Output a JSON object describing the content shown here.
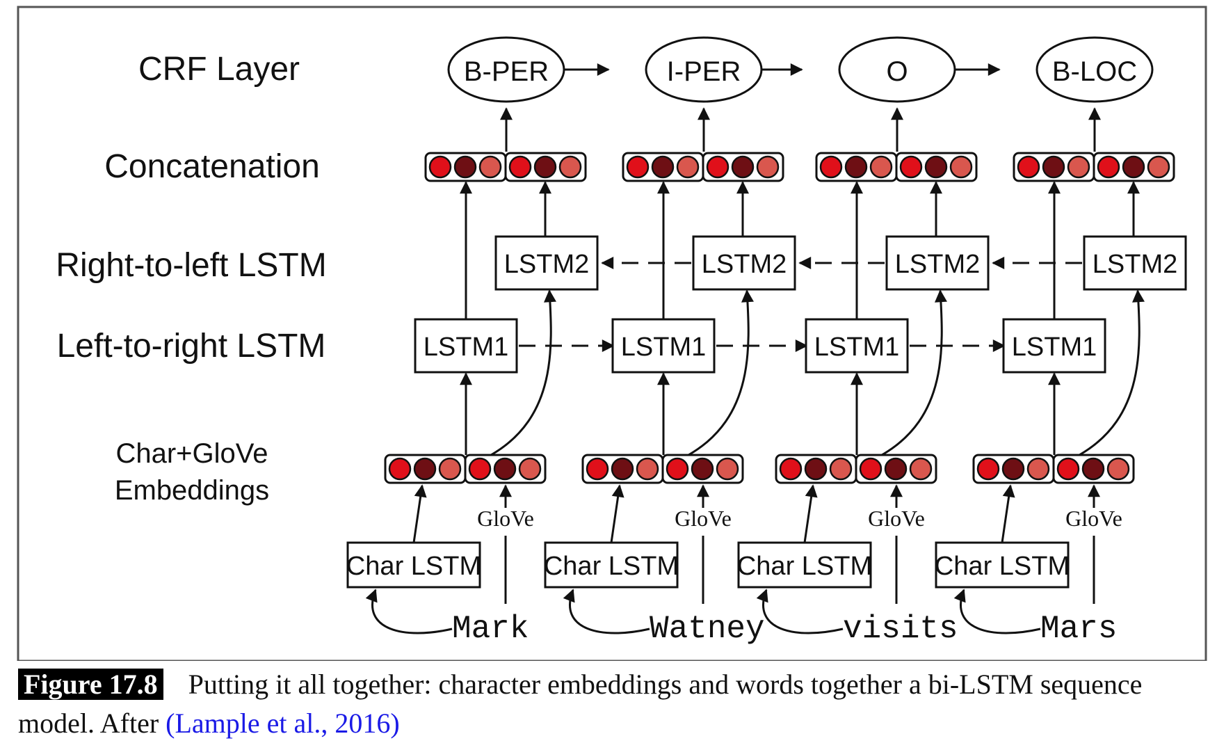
{
  "row_labels": {
    "crf": "CRF Layer",
    "concat": "Concatenation",
    "rtl": "Right-to-left LSTM",
    "ltr": "Left-to-right LSTM",
    "embed_line1": "Char+GloVe",
    "embed_line2": "Embeddings"
  },
  "columns": [
    {
      "word": "Mark",
      "tag": "B-PER"
    },
    {
      "word": "Watney",
      "tag": "I-PER"
    },
    {
      "word": "visits",
      "tag": "O"
    },
    {
      "word": "Mars",
      "tag": "B-LOC"
    }
  ],
  "box_labels": {
    "lstm1": "LSTM1",
    "lstm2": "LSTM2",
    "char_lstm": "Char LSTM",
    "glove": "GloVe"
  },
  "vector_colors": [
    "#e0101a",
    "#6e0f14",
    "#d9574e"
  ],
  "caption": {
    "figure_tag": "Figure 17.8",
    "text": "Putting it all together: character embeddings and words together a bi-LSTM sequence model. After ",
    "citation": "(Lample et al., 2016)"
  }
}
